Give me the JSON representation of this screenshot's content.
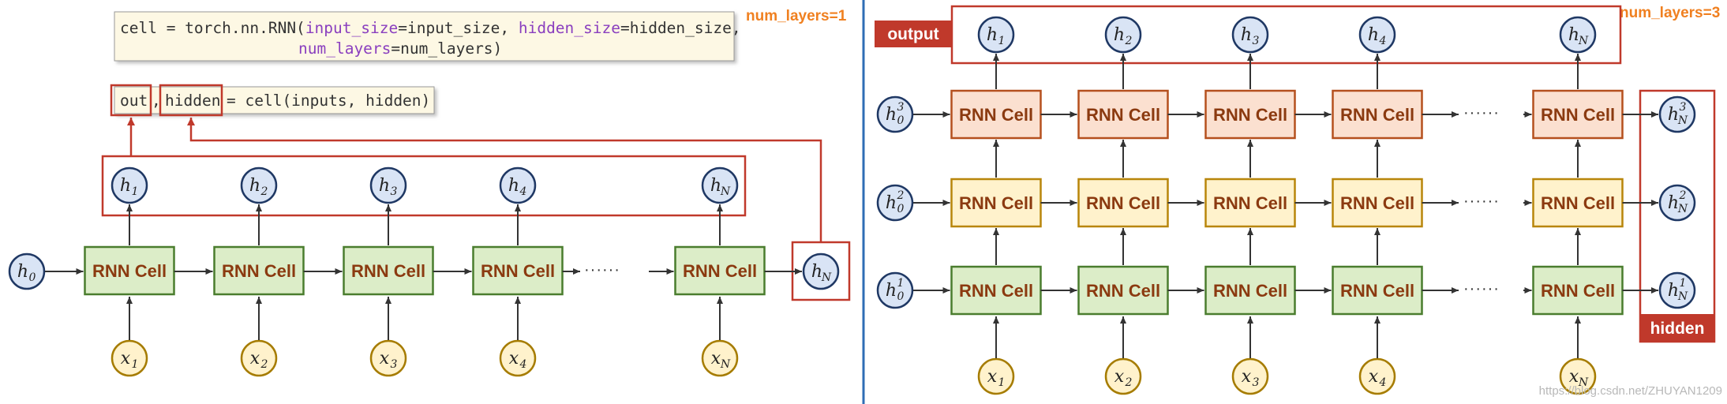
{
  "colors": {
    "red": "#c0392b",
    "divider": "#2f6db5",
    "green_fill": "#dcedc8",
    "green_stroke": "#4a7d2e",
    "yellow_fill": "#fff2cc",
    "yellow_stroke": "#b8860b",
    "peach_fill": "#fbe0d0",
    "peach_stroke": "#b5501e",
    "state_fill": "#d9e4f5",
    "state_stroke": "#1f3864",
    "input_fill": "#fff2cc",
    "input_stroke": "#a67c00",
    "cell_text": "#8b3a10",
    "code_bg": "#fdf8e4"
  },
  "left": {
    "tag": "num_layers=1",
    "code": {
      "line1_a": "cell = torch.nn.RNN(",
      "line1_kw1": "input_size",
      "line1_b": "=input_size, ",
      "line1_kw2": "hidden_size",
      "line1_c": "=hidden_size,",
      "line2_kw": "num_layers",
      "line2_b": "=num_layers)"
    },
    "call": {
      "out": "out",
      "comma": ",",
      "hidden": "hidden",
      "rest": "= cell(inputs, hidden)"
    },
    "cell_label": "RNN Cell",
    "ellipsis": "······",
    "h0": {
      "base": "h",
      "sub": "0"
    },
    "hn": {
      "base": "h",
      "sub": "N"
    },
    "outputs": [
      {
        "base": "h",
        "sub": "1"
      },
      {
        "base": "h",
        "sub": "2"
      },
      {
        "base": "h",
        "sub": "3"
      },
      {
        "base": "h",
        "sub": "4"
      },
      {
        "base": "h",
        "sub": "N"
      }
    ],
    "inputs": [
      {
        "base": "x",
        "sub": "1"
      },
      {
        "base": "x",
        "sub": "2"
      },
      {
        "base": "x",
        "sub": "3"
      },
      {
        "base": "x",
        "sub": "4"
      },
      {
        "base": "x",
        "sub": "N"
      }
    ]
  },
  "right": {
    "tag": "num_layers=3",
    "output_label": "output",
    "hidden_label": "hidden",
    "cell_label": "RNN Cell",
    "ellipsis": "······",
    "outputs": [
      {
        "base": "h",
        "sub": "1"
      },
      {
        "base": "h",
        "sub": "2"
      },
      {
        "base": "h",
        "sub": "3"
      },
      {
        "base": "h",
        "sub": "4"
      },
      {
        "base": "h",
        "sub": "N"
      }
    ],
    "inputs": [
      {
        "base": "x",
        "sub": "1"
      },
      {
        "base": "x",
        "sub": "2"
      },
      {
        "base": "x",
        "sub": "3"
      },
      {
        "base": "x",
        "sub": "4"
      },
      {
        "base": "x",
        "sub": "N"
      }
    ],
    "initial": [
      {
        "base": "h",
        "sub": "0",
        "sup": "3"
      },
      {
        "base": "h",
        "sub": "0",
        "sup": "2"
      },
      {
        "base": "h",
        "sub": "0",
        "sup": "1"
      }
    ],
    "final": [
      {
        "base": "h",
        "sub": "N",
        "sup": "3"
      },
      {
        "base": "h",
        "sub": "N",
        "sup": "2"
      },
      {
        "base": "h",
        "sub": "N",
        "sup": "1"
      }
    ]
  },
  "watermark": "https://blog.csdn.net/ZHUYAN1209"
}
